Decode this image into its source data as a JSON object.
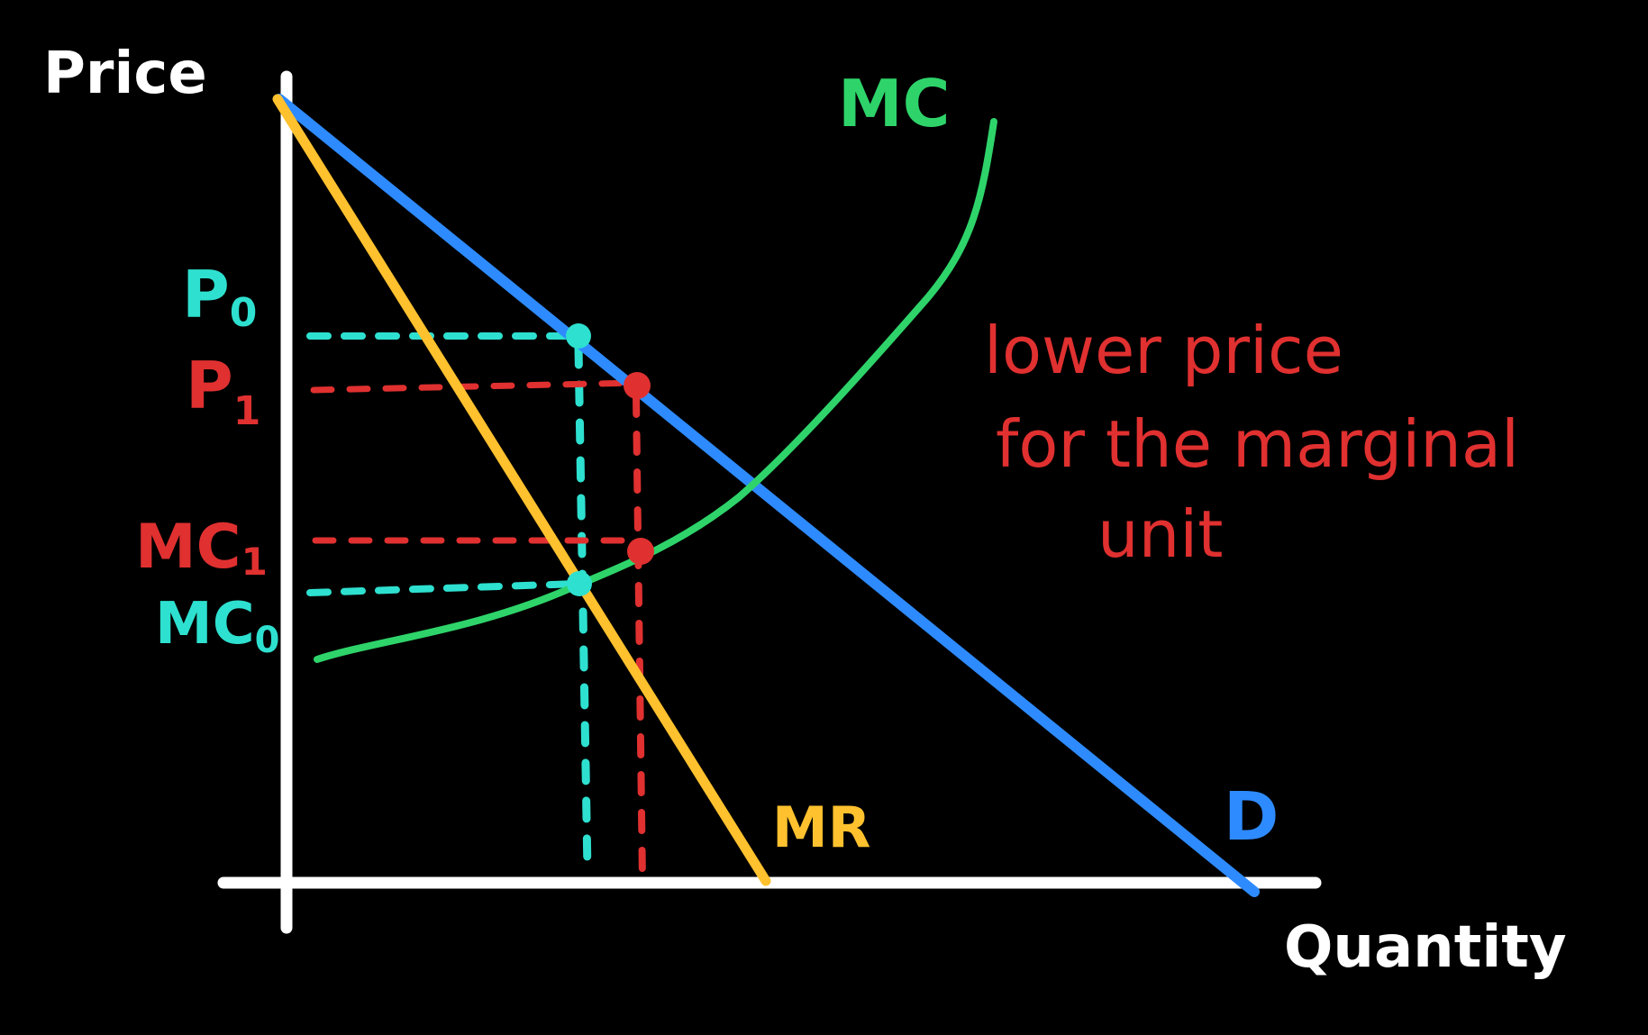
{
  "axes": {
    "y_label": "Price",
    "x_label": "Quantity"
  },
  "curves": {
    "demand": {
      "label": "D",
      "color": "#2e8bff"
    },
    "marginal_revenue": {
      "label": "MR",
      "color": "#ffc12e"
    },
    "marginal_cost": {
      "label": "MC",
      "color": "#2ed46a"
    }
  },
  "levels": {
    "p0": {
      "letter": "P",
      "sub": "0",
      "color": "#2ee0cf"
    },
    "p1": {
      "letter": "P",
      "sub": "1",
      "color": "#e03030"
    },
    "mc1": {
      "letter": "MC",
      "sub": "1",
      "color": "#e03030"
    },
    "mc0": {
      "letter": "MC",
      "sub": "0",
      "color": "#2ee0cf"
    }
  },
  "annotation": {
    "lines": [
      "lower price",
      "for the marginal",
      "unit"
    ],
    "color": "#e03030"
  },
  "colors": {
    "axis": "#ffffff",
    "background": "#000000"
  }
}
